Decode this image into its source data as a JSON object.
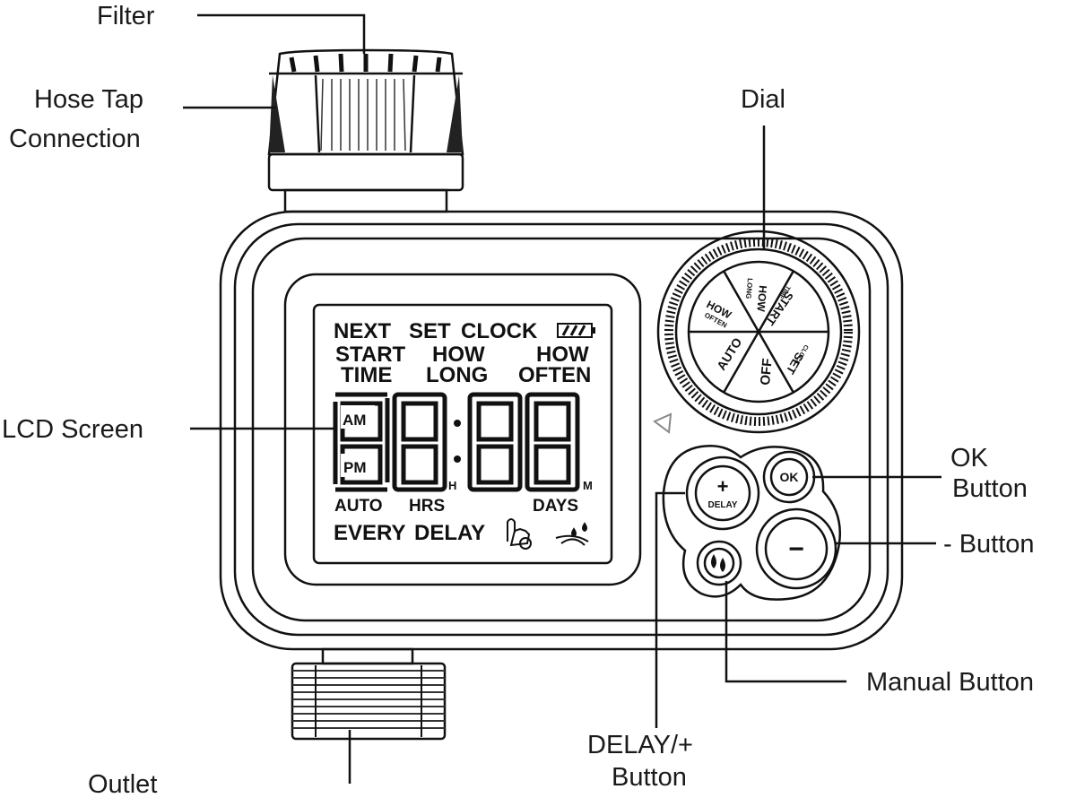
{
  "labels": {
    "filter": "Filter",
    "hose_tap_1": "Hose Tap",
    "hose_tap_2": "Connection",
    "dial": "Dial",
    "lcd_screen": "LCD Screen",
    "ok_1": "OK",
    "ok_2": "Button",
    "minus": "- Button",
    "manual": "Manual Button",
    "delay_1": "DELAY/+",
    "delay_2": "Button",
    "outlet": "Outlet"
  },
  "lcd": {
    "row1_next": "NEXT",
    "row1_set": "SET",
    "row1_clock": "CLOCK",
    "row2_start": "START",
    "row2_how1": "HOW",
    "row2_how2": "HOW",
    "row3_time": "TIME",
    "row3_long": "LONG",
    "row3_often": "OFTEN",
    "am": "AM",
    "pm": "PM",
    "h": "H",
    "m": "M",
    "auto": "AUTO",
    "hrs": "HRS",
    "days": "DAYS",
    "every": "EVERY",
    "delay": "DELAY"
  },
  "dial": {
    "how_long_1": "HOW",
    "how_long_2": "LONG",
    "start_1": "START",
    "start_2": "TIME",
    "set_1": "SET",
    "set_2": "CLOCK",
    "off": "OFF",
    "auto": "AUTO",
    "how_often_1": "HOW",
    "how_often_2": "OFTEN"
  },
  "buttons": {
    "plus": "+",
    "delay": "DELAY",
    "ok": "OK",
    "minus": "−"
  }
}
